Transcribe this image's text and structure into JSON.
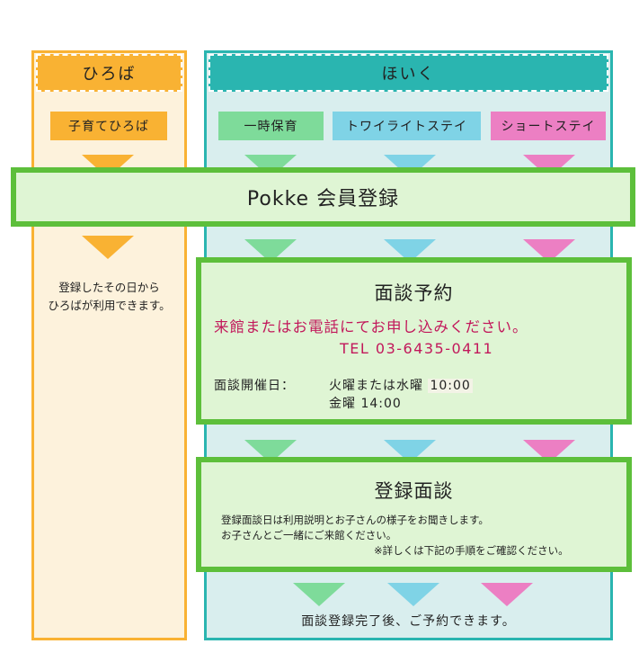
{
  "columns": {
    "hiroba": {
      "header": "ひろば",
      "service": "子育てひろば",
      "note_lines": [
        "登録したその日から",
        "ひろばが利用できます。"
      ]
    },
    "hoiku": {
      "header": "ほいく",
      "services": [
        "一時保育",
        "トワイライトステイ",
        "ショートステイ"
      ]
    }
  },
  "register": {
    "label": "Pokke 会員登録"
  },
  "interview": {
    "title": "面談予約",
    "contact": "来館またはお電話にてお申し込みください。",
    "tel": "TEL 03-6435-0411",
    "dates_label": "面談開催日：",
    "dates_line1_prefix": "火曜または水曜",
    "dates_line1_time": "10:00",
    "dates_line2": "金曜 14:00"
  },
  "toroku": {
    "title": "登録面談",
    "lines": [
      "登録面談日は利用説明とお子さんの様子をお聞きします。",
      "お子さんとご一緒にご来館ください。",
      "※詳しくは下記の手順をご確認ください。"
    ]
  },
  "final": "面談登録完了後、ご予約できます。",
  "colors": {
    "orange": "#f9b233",
    "teal": "#2ab5b0",
    "green": "#7edb9a",
    "blue": "#7fd3e6",
    "pink": "#ec7fc3",
    "box_border": "#5dbf3b",
    "box_fill": "#dff5d4",
    "accent_text": "#c2185b"
  }
}
